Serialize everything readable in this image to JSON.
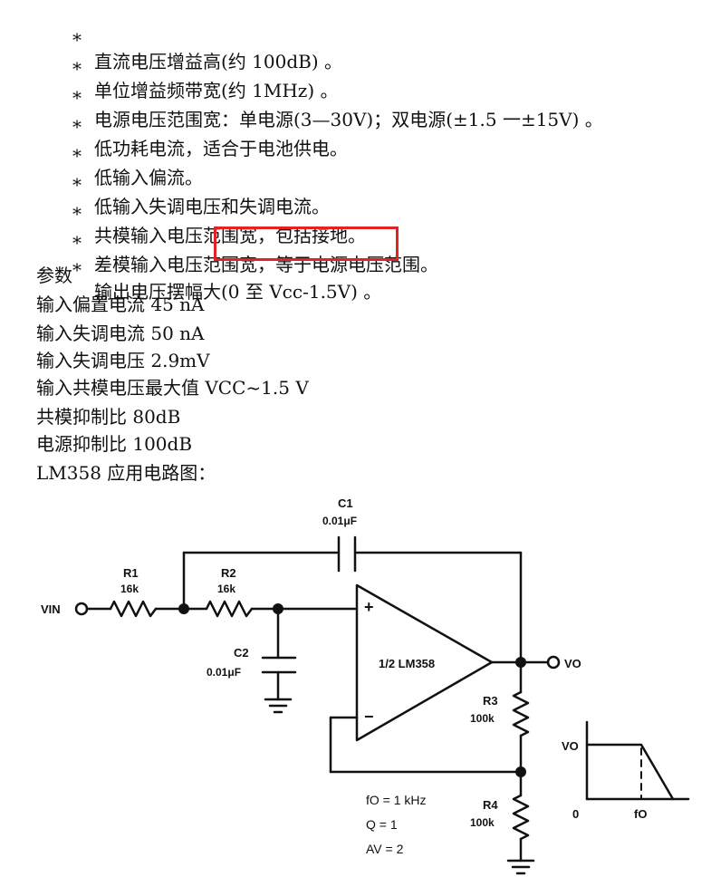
{
  "features": [
    "直流电压增益高(约 100dB) 。",
    "单位增益频带宽(约 1MHz) 。",
    "电源电压范围宽：单电源(3—30V)；双电源(±1.5 一±15V) 。",
    "低功耗电流，适合于电池供电。",
    "低输入偏流。",
    "低输入失调电压和失调电流。",
    "共模输入电压范围宽，包括接地。",
    "差模输入电压范围宽，等于电源电压范围。",
    "输出电压摆幅大(0 至 Vcc-1.5V) 。"
  ],
  "bullet_symbol": "*",
  "params_heading": "参数",
  "params": [
    "输入偏置电流 45 nA",
    "输入失调电流 50 nA",
    "输入失调电压 2.9mV",
    "输入共模电压最大值 VCC~1.5 V",
    "共模抑制比 80dB",
    "电源抑制比 100dB"
  ],
  "circuit_heading": "LM358 应用电路图：",
  "highlight_color": "#e02424",
  "circuit": {
    "vin": "VIN",
    "r1_name": "R1",
    "r1_value": "16k",
    "r2_name": "R2",
    "r2_value": "16k",
    "c1_name": "C1",
    "c1_value": "0.01μF",
    "c2_name": "C2",
    "c2_value": "0.01μF",
    "opamp": "1/2 LM358",
    "plus": "+",
    "minus": "−",
    "vo": "VO",
    "r3_name": "R3",
    "r3_value": "100k",
    "r4_name": "R4",
    "r4_value": "100k",
    "fo_eq": "fO = 1 kHz",
    "q_eq": "Q = 1",
    "av_eq": "AV = 2"
  },
  "response_plot": {
    "y_label": "VO",
    "origin": "0",
    "x_label": "fO"
  }
}
